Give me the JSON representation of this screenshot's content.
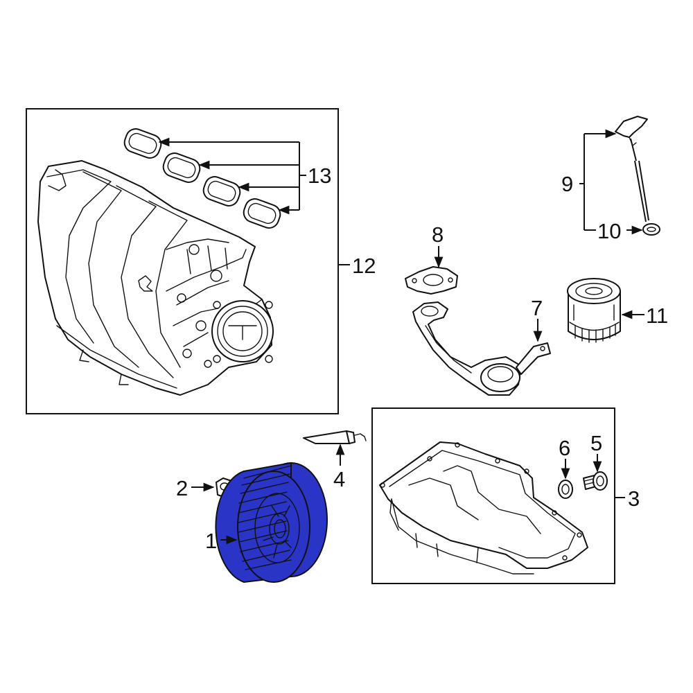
{
  "callouts": {
    "c1": "1",
    "c2": "2",
    "c3": "3",
    "c4": "4",
    "c5": "5",
    "c6": "6",
    "c7": "7",
    "c8": "8",
    "c9": "9",
    "c10": "10",
    "c11": "11",
    "c12": "12",
    "c13": "13"
  },
  "colors": {
    "highlight": "#2a35c8",
    "line": "#111111",
    "background": "#ffffff"
  },
  "highlighted_part": "1"
}
